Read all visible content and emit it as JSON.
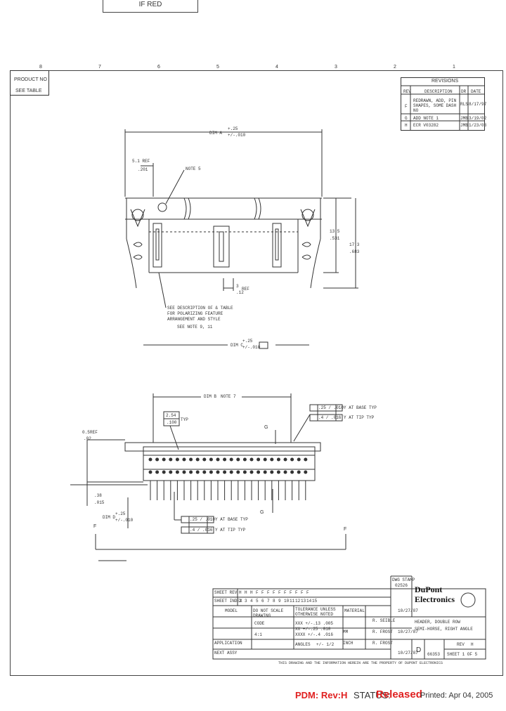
{
  "top_stamp": "IF RED",
  "product_block": {
    "line1": "PRODUCT NO",
    "line2": "SEE TABLE"
  },
  "zone_numbers": [
    "8",
    "7",
    "6",
    "5",
    "4",
    "3",
    "2",
    "1"
  ],
  "revisions": {
    "title": "REVISIONS",
    "headers": [
      "REV",
      "DESCRIPTION",
      "DR",
      "DATE"
    ],
    "rows": [
      {
        "rev": "F",
        "desc": "REDRAWN, ADD, PIN SHAPES, SOME DASH NO",
        "dr": "RLS",
        "date": "8/17/97"
      },
      {
        "rev": "G",
        "desc": "ADD NOTE 1",
        "dr": "JMB",
        "date": "3/19/02"
      },
      {
        "rev": "H",
        "desc": "ECR V03282",
        "dr": "JMB",
        "date": "1/23/03"
      }
    ]
  },
  "dims": {
    "dim_a": "DIM A",
    "dim_a_tol_plus": "+.25",
    "dim_a_tol_minus": "+/-.010",
    "ref_51": "5.1 REF",
    "ref_51_in": ".201",
    "note5": "NOTE 5",
    "d135": "13.5",
    "d135_in": ".531",
    "d173": "17.3",
    "d173_in": ".683",
    "ref_small": "3",
    "ref_small_unit": "REF",
    "ref_small_in": ".12",
    "see_desc_1": "SEE DESCRIPTION OF & TABLE",
    "see_desc_2": "FOR POLARIZING FEATURE",
    "see_desc_3": "ARRANGEMENT AND STYLE",
    "see_desc_4": "SEE NOTE 9, 11",
    "dim_c": "DIM C",
    "dim_c_tol_plus": "+.25",
    "dim_c_tol_minus": "+/-.010",
    "dim_b": "DIM B",
    "note7": "NOTE 7",
    "gdt1": ".25 / .010",
    "gdt1_note": "Y AT BASE TYP",
    "gdt2": ".4 / .016",
    "gdt2_note": "Y AT TIP TYP",
    "pitch": "2.54",
    "pitch_in": ".100",
    "pitch_typ": "TYP",
    "sect_g": "G",
    "d05": "0.5",
    "d05_ref": "REF",
    "d05_in": ".02",
    "d38": ".38",
    "d38_in": ".015",
    "dim_d": "DIM D",
    "dim_d_tol_plus": "+.25",
    "dim_d_tol_minus": "+/-.010",
    "gdt3": ".25 / .010",
    "gdt3_note": "Y AT BASE TYP",
    "gdt4": ".4 / .016",
    "gdt4_note": "Y AT TIP TYP",
    "sect_f": "F"
  },
  "title_block": {
    "sheet_rev_label": "SHEET REV",
    "sheet_index_label": "SHEET INDEX",
    "rev_row": [
      "H",
      "H",
      "H",
      "F",
      "F",
      "F",
      "F",
      "F",
      "F",
      "F",
      "F",
      "F",
      "F"
    ],
    "idx_row": [
      "2",
      "3",
      "4",
      "5",
      "6",
      "7",
      "8",
      "9",
      "10",
      "11",
      "12",
      "13",
      "14",
      "15"
    ],
    "dwg_stamp": "DWG STAMP",
    "dwg_code": "02526",
    "company_line1": "DuPont",
    "company_line2": "Electronics",
    "model_label": "MODEL",
    "do_not_scale": "DO NOT SCALE DRAWING",
    "tolerance": "TOLERANCE UNLESS OTHERWISE NOTED",
    "material": "MATERIAL",
    "drawn_by": "R. SEIBLE",
    "drawn_date": "10/27/87",
    "title_1": "HEADER, DOUBLE ROW",
    "title_2": "SEMI-HORSE, RIGHT ANGLE",
    "checked_by": "R. FROST",
    "checked_date": "10/27/87",
    "approved_by": "R. FROST",
    "approved_date": "10/27/87",
    "size": "D",
    "dwg_no": "66353",
    "sheet_of": "SHEET 1 OF 5",
    "angles": "ANGLES",
    "angles_val": "+/- 1/2",
    "dec1": "XXX +/-.13 .005",
    "dec2": "XX +/-.25 .010",
    "dec3": "XXXX +/-.4 .016",
    "unit_mm": "MM",
    "unit_inch": "INCH",
    "scale": "4:1",
    "app_label": "APPLICATION",
    "next_assy": "NEXT ASSY",
    "code_label": "CODE",
    "rev_label": "REV",
    "rev_val": "H",
    "foot_note": "THIS DRAWING AND THE INFORMATION HEREIN ARE THE PROPERTY OF DUPONT ELECTRONICS"
  },
  "status_bar": {
    "pdm": "PDM: Rev:H",
    "status_label": "STATUS:",
    "status_value": "Released",
    "printed": "Printed: Apr 04, 2005"
  },
  "colors": {
    "stamp_red": "#e02020",
    "line": "#333333"
  }
}
